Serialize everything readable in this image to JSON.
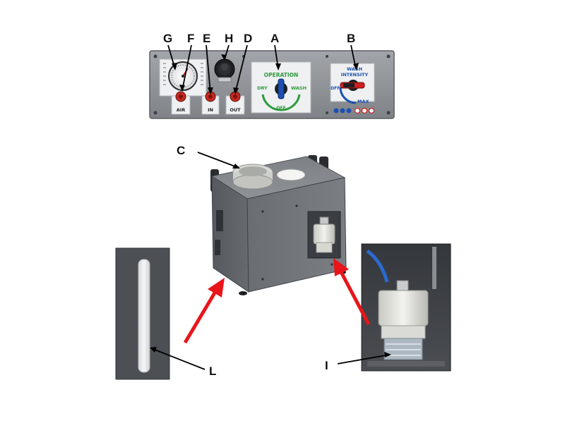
{
  "callouts": {
    "a": "A",
    "b": "B",
    "c": "C",
    "d": "D",
    "e": "E",
    "f": "F",
    "g": "G",
    "h": "H",
    "i": "I",
    "l": "L"
  },
  "panel": {
    "air_label": "AIR",
    "in_label": "IN",
    "out_label": "OUT",
    "operation_label": "OPERATION",
    "dry_label": "DRY",
    "wash_label": "WASH",
    "off_label": "OFF",
    "wash_label_b": "WASH",
    "intensity_label": "INTENSITY",
    "off_label_b": "OFF",
    "max_label": "MAX"
  },
  "colors": {
    "panel": "#8d9197",
    "cabinet": "#6e7277",
    "arrow_red": "#e8151b",
    "callout_line": "#000000",
    "operation_green": "#2f9c3b",
    "knob_blue": "#1c4fb0",
    "intensity_red": "#d11f1f"
  },
  "icons": [
    "gauge-icon",
    "rotary-switch-icon",
    "regulator-knob-icon",
    "quick-coupler-icon",
    "filter-housing-icon"
  ]
}
